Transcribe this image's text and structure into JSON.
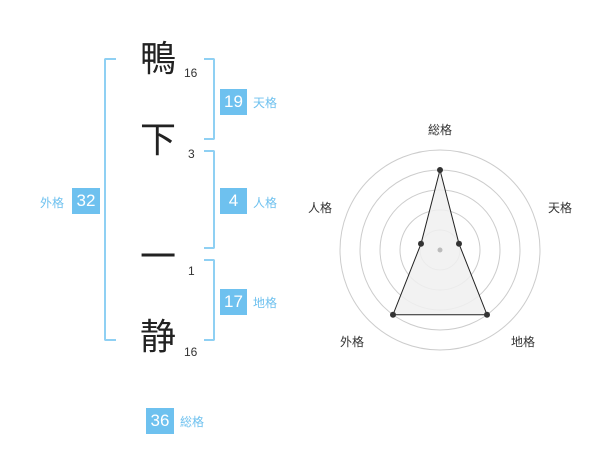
{
  "name": {
    "characters": [
      {
        "char": "鴨",
        "strokes": "16"
      },
      {
        "char": "下",
        "strokes": "3"
      },
      {
        "char": "一",
        "strokes": "1"
      },
      {
        "char": "静",
        "strokes": "16"
      }
    ]
  },
  "kaku": {
    "tenkaku": {
      "value": "19",
      "label": "天格"
    },
    "jinkaku": {
      "value": "4",
      "label": "人格"
    },
    "chikaku": {
      "value": "17",
      "label": "地格"
    },
    "gaikaku": {
      "value": "32",
      "label": "外格"
    },
    "soukaku": {
      "value": "36",
      "label": "総格"
    }
  },
  "chart_data": {
    "type": "radar",
    "axes": [
      "総格",
      "天格",
      "地格",
      "外格",
      "人格"
    ],
    "values": [
      4,
      1,
      4,
      4,
      1
    ],
    "rmax": 5,
    "rings": 5,
    "colors": {
      "fill": "#f0f0f0",
      "line": "#222222",
      "grid": "#cccccc",
      "point": "#333333",
      "center": "#bbbbbb"
    }
  }
}
